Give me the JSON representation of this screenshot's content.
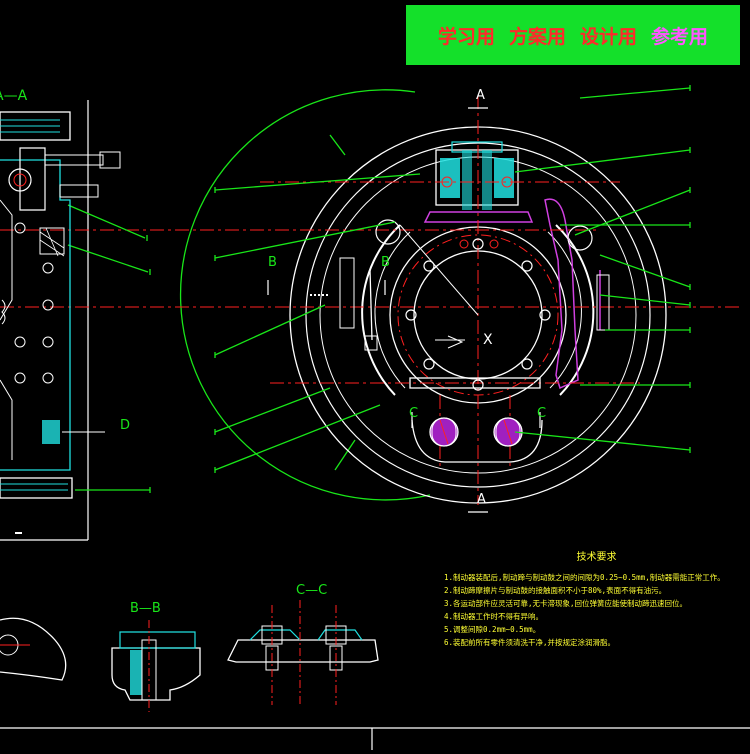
{
  "banner": {
    "items": [
      {
        "text": "学习用",
        "color": "#ff2a2a"
      },
      {
        "text": "方案用",
        "color": "#ff2a2a"
      },
      {
        "text": "设计用",
        "color": "#ff2a2a"
      },
      {
        "text": "参考用",
        "color": "#ff55ff"
      }
    ],
    "background": "#14e02a"
  },
  "views": {
    "section_aa": "A—A",
    "section_bb": "B—B",
    "section_cc": "C—C"
  },
  "labels": {
    "a_top": "A",
    "a_bottom": "A",
    "b_left": "B",
    "b_right": "B",
    "c_left": "C",
    "c_right": "C",
    "d_left": "D",
    "x_center": "X"
  },
  "notes": {
    "title": "技术要求",
    "lines": [
      "1.制动器装配后,制动蹄与制动鼓之间的间隙为0.25~0.5mm,制动器需能正常工作。",
      "2.制动蹄摩擦片与制动鼓的接触面积不小于80%,表面不得有油污。",
      "3.各运动部件应灵活可靠,无卡滞现象,回位弹簧应能使制动蹄迅速回位。",
      "4.制动器工作时不得有异响。",
      "5.调整间隙0.2mm~0.5mm。",
      "6.装配前所有零件须清洗干净,并按规定涂润滑脂。"
    ]
  },
  "colors": {
    "leader": "#19e619",
    "center_line": "#ff2020",
    "outline": "#ffffff",
    "hatch": "#20e0e0",
    "part": "#d040e0",
    "note": "#ffff33"
  }
}
